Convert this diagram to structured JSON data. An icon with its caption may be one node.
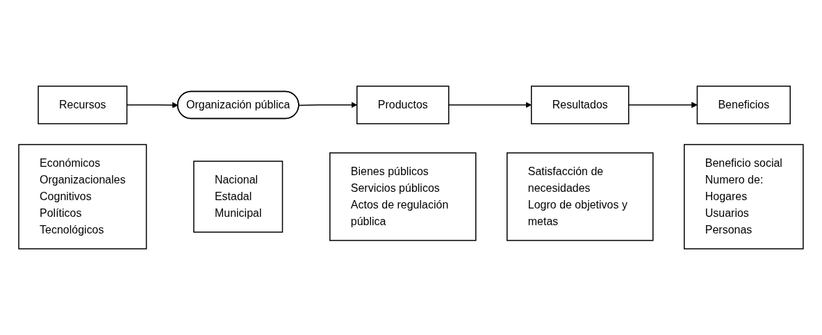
{
  "diagram": {
    "nodes": [
      {
        "text": [
          "Recursos"
        ]
      },
      {
        "text": [
          "Organización pública"
        ]
      },
      {
        "text": [
          "Productos"
        ]
      },
      {
        "text": [
          "Resultados"
        ]
      },
      {
        "text": [
          "Beneficios"
        ]
      },
      {
        "text": [
          "Económicos",
          "Organizacionales",
          "Cognitivos",
          "Políticos",
          "Tecnológicos"
        ]
      },
      {
        "text": [
          "Nacional",
          "Estadal",
          "Municipal"
        ]
      },
      {
        "text": [
          "Bienes públicos",
          "Servicios públicos",
          "Actos de regulación pública"
        ]
      },
      {
        "text": [
          "Satisfacción de necesidades",
          "Logro de objetivos y metas"
        ]
      },
      {
        "text": [
          "Beneficio social",
          "Numero de:",
          "Hogares",
          "Usuarios",
          "Personas"
        ]
      }
    ],
    "edges": [
      {
        "from": 0,
        "to": 1,
        "arrow": "to"
      },
      {
        "from": 1,
        "to": 2,
        "arrow": "to"
      },
      {
        "from": 2,
        "to": 3,
        "arrow": "to"
      },
      {
        "from": 3,
        "to": 4,
        "arrow": "to"
      }
    ]
  }
}
